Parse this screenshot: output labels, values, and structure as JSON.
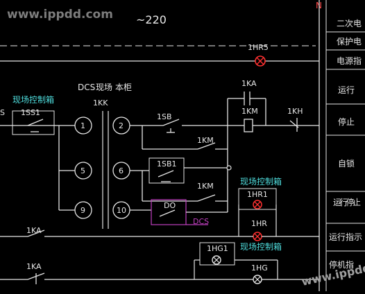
{
  "watermark": "www.ippdd.com",
  "watermark_bottom": "www.ippdd",
  "supply_label": "~220",
  "neutral_label": "N",
  "top_lamp_label": "1HR5",
  "relay_labels": {
    "ka": "1KA",
    "km": "1KM",
    "kh": "1KH",
    "sb": "1SB",
    "km_contact_1": "1KM",
    "km_contact_2": "1KM",
    "sb1": "1SB1",
    "ss1": "1SS1",
    "kk": "1KK",
    "do": "DO",
    "dcs_tag": "DCS",
    "ka_bottom_1": "1KA",
    "ka_bottom_2": "1KA",
    "hr1": "1HR1",
    "hr": "1HR",
    "hg1": "1HG1",
    "hg": "1HG",
    "s_cut": "S"
  },
  "panel_labels": {
    "local_box_top": "现场控制箱",
    "local_box_mid": "现场控制箱",
    "local_box_bottom": "现场控制箱",
    "dcs_header": "DCS",
    "local_header": "现场",
    "cabinet_header": "本柜"
  },
  "terminals": [
    "1",
    "2",
    "5",
    "6",
    "9",
    "10"
  ],
  "right_column": {
    "secondary_1": "二次电",
    "secondary_2": "保护电",
    "secondary_3": "电源指",
    "run": "运行",
    "stop": "停止",
    "self_lock": "自锁",
    "run_stop": "运行停止",
    "run_indicator": "运行指示",
    "stop_indicator": "停机指"
  }
}
